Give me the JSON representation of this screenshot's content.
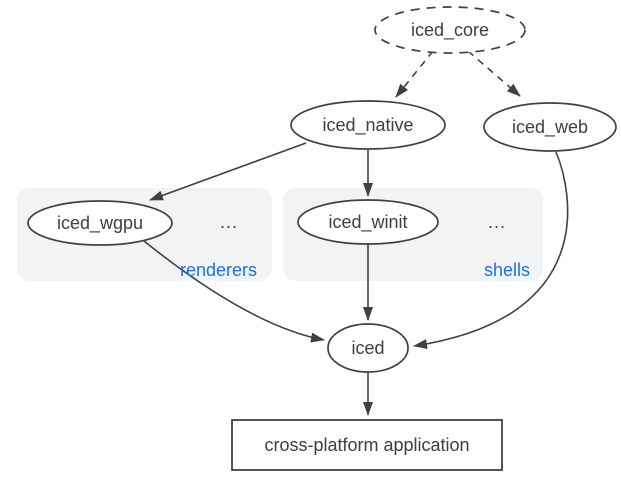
{
  "colors": {
    "accent": "#1a73e8",
    "stroke": "#3f4245",
    "text": "#3c4043",
    "panel": "#f1f3f4",
    "background": "#ffffff"
  },
  "nodes": {
    "iced_core": {
      "label": "iced_core",
      "shape": "ellipse-dashed"
    },
    "iced_native": {
      "label": "iced_native",
      "shape": "ellipse"
    },
    "iced_web": {
      "label": "iced_web",
      "shape": "ellipse"
    },
    "iced_wgpu": {
      "label": "iced_wgpu",
      "shape": "ellipse"
    },
    "iced_winit": {
      "label": "iced_winit",
      "shape": "ellipse"
    },
    "iced": {
      "label": "iced",
      "shape": "ellipse"
    },
    "app": {
      "label": "cross-platform application",
      "shape": "rectangle"
    }
  },
  "groups": {
    "renderers": {
      "label": "renderers",
      "ellipsis": "...",
      "members": [
        "iced_wgpu"
      ]
    },
    "shells": {
      "label": "shells",
      "ellipsis": "...",
      "members": [
        "iced_winit"
      ]
    }
  },
  "edges": [
    {
      "from": "iced_core",
      "to": "iced_native",
      "style": "dashed"
    },
    {
      "from": "iced_core",
      "to": "iced_web",
      "style": "dashed"
    },
    {
      "from": "iced_native",
      "to": "iced_wgpu",
      "style": "solid"
    },
    {
      "from": "iced_native",
      "to": "iced_winit",
      "style": "solid"
    },
    {
      "from": "iced_wgpu",
      "to": "iced",
      "style": "solid"
    },
    {
      "from": "iced_winit",
      "to": "iced",
      "style": "solid"
    },
    {
      "from": "iced_web",
      "to": "iced",
      "style": "solid"
    },
    {
      "from": "iced",
      "to": "app",
      "style": "solid"
    }
  ]
}
